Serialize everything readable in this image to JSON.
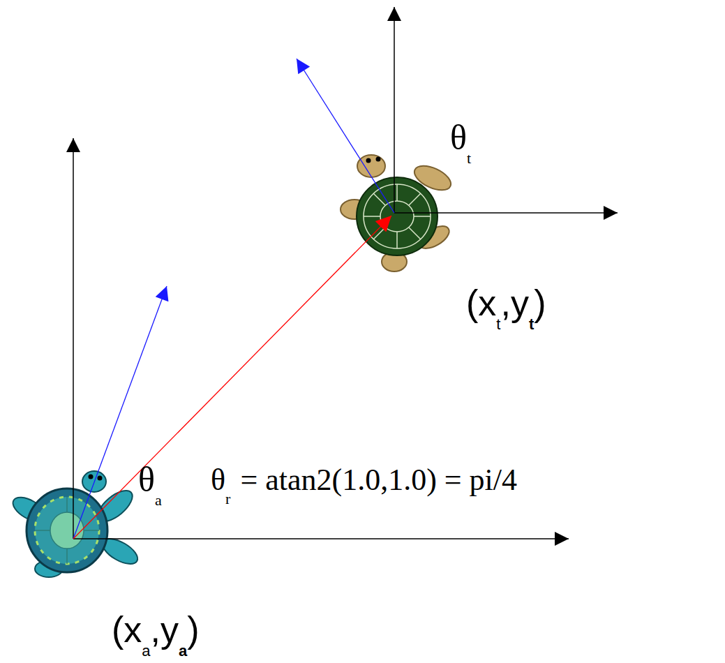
{
  "diagram": {
    "labels": [
      "θ",
      "t",
      "(x",
      "t",
      ",y",
      "t",
      ")",
      "θ",
      "a",
      "θ",
      "r",
      "= atan2(1.0,1.0) = pi/4",
      "(x",
      "a",
      ",y",
      "a",
      ")"
    ]
  }
}
